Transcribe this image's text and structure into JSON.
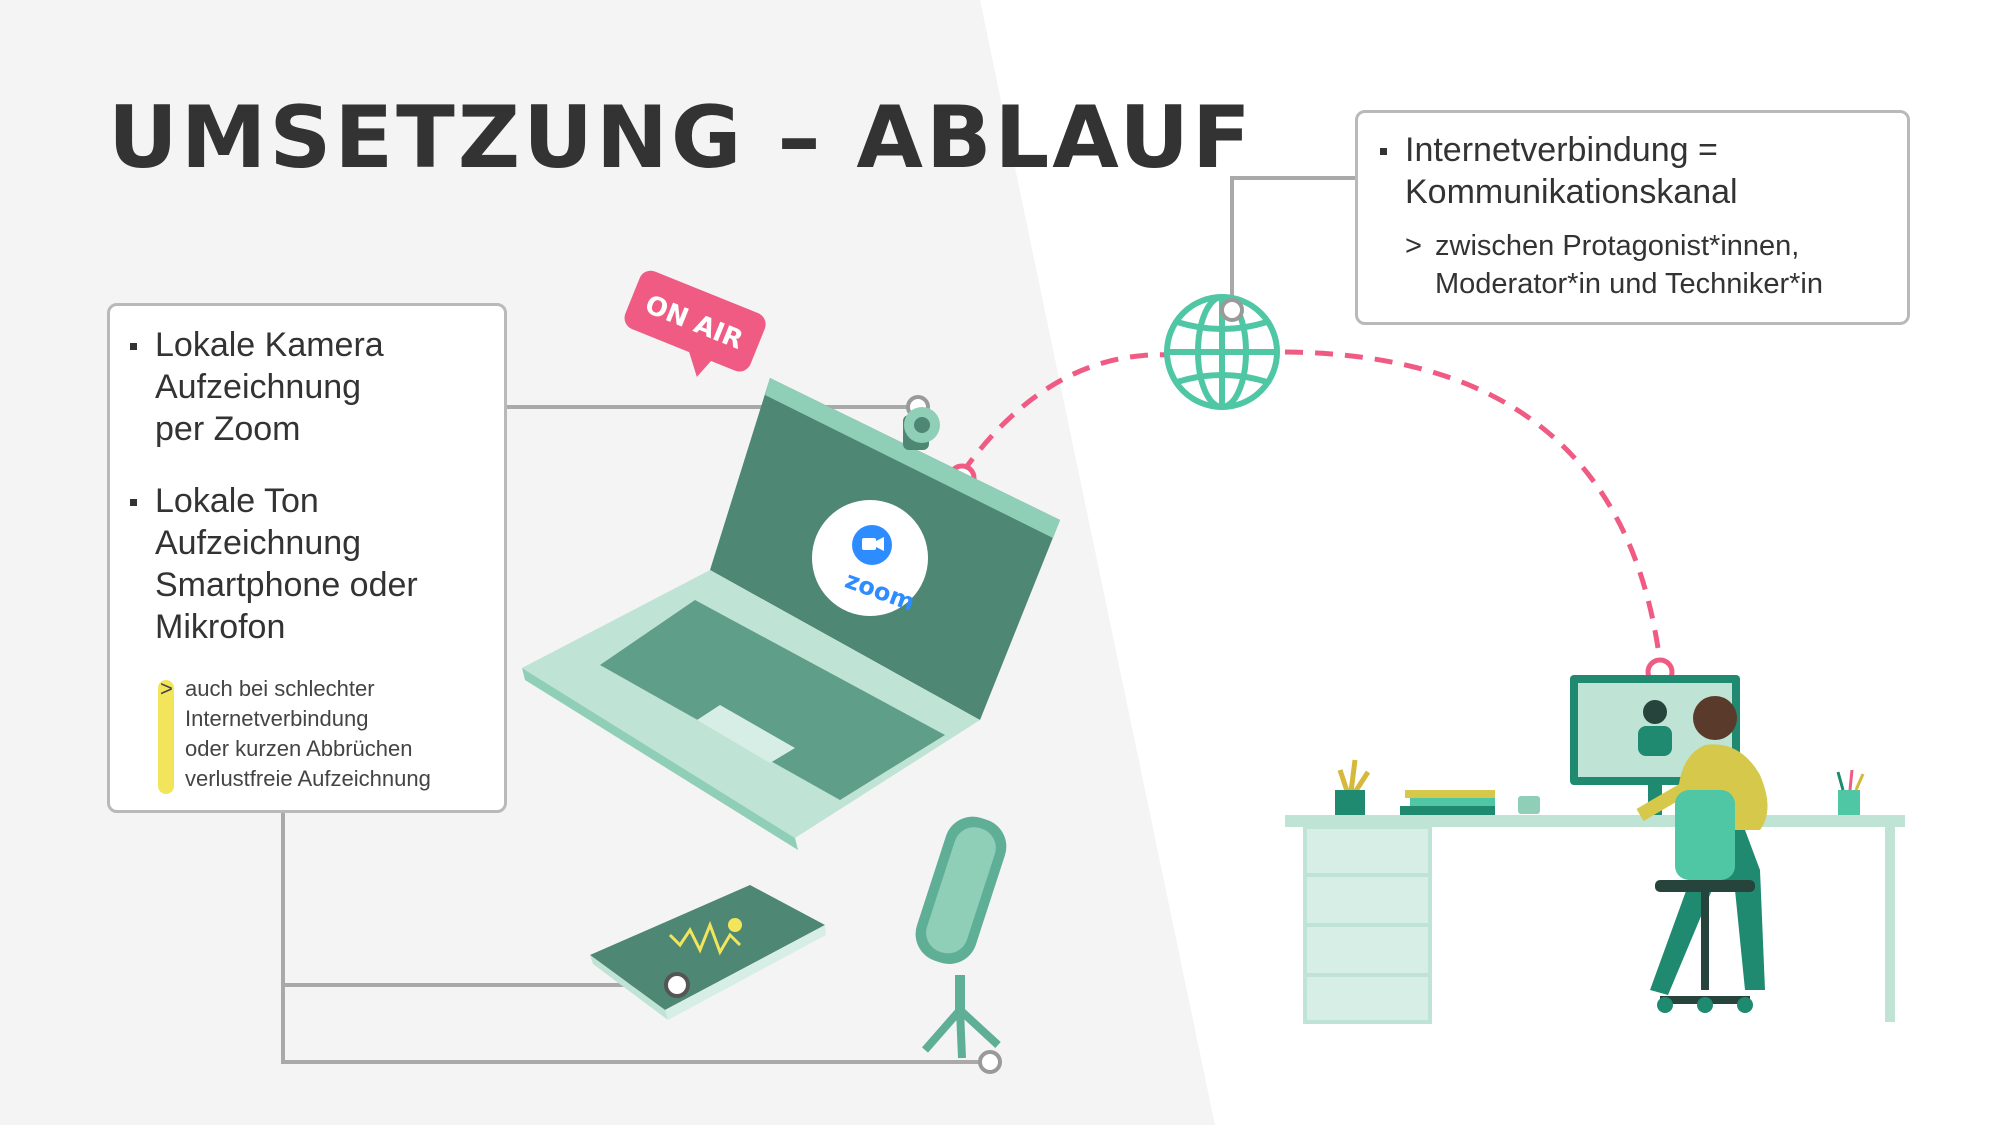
{
  "slide": {
    "title": "UMSETZUNG – ABLAUF"
  },
  "box_left": {
    "items": [
      {
        "lines": [
          "Lokale Kamera",
          "Aufzeichnung",
          "per Zoom"
        ]
      },
      {
        "lines": [
          "Lokale Ton",
          "Aufzeichnung",
          "Smartphone oder",
          "Mikrofon"
        ]
      }
    ],
    "note": {
      "marker": ">",
      "lines": [
        "auch bei schlechter",
        "Internetverbindung",
        "oder kurzen Abbrüchen",
        "verlustfreie Aufzeichnung"
      ]
    }
  },
  "box_right": {
    "item": {
      "lines": [
        "Internetverbindung =",
        "Kommunikationskanal"
      ]
    },
    "sub": {
      "marker": ">",
      "lines": [
        "zwischen Protagonist*innen,",
        "Moderator*in und Techniker*in"
      ]
    }
  },
  "illustration": {
    "sign_text": "ON AIR",
    "zoom_label": "zoom"
  },
  "colors": {
    "background_left": "#f4f4f4",
    "text_dark": "#333333",
    "box_border": "#b9b9b9",
    "accent_pink": "#ef5b83",
    "green_dark": "#4e8773",
    "green_light": "#bfe3d5",
    "teal": "#4fc7a4",
    "zoom_blue": "#2d8cff",
    "highlight_yellow": "#f2e55b"
  }
}
